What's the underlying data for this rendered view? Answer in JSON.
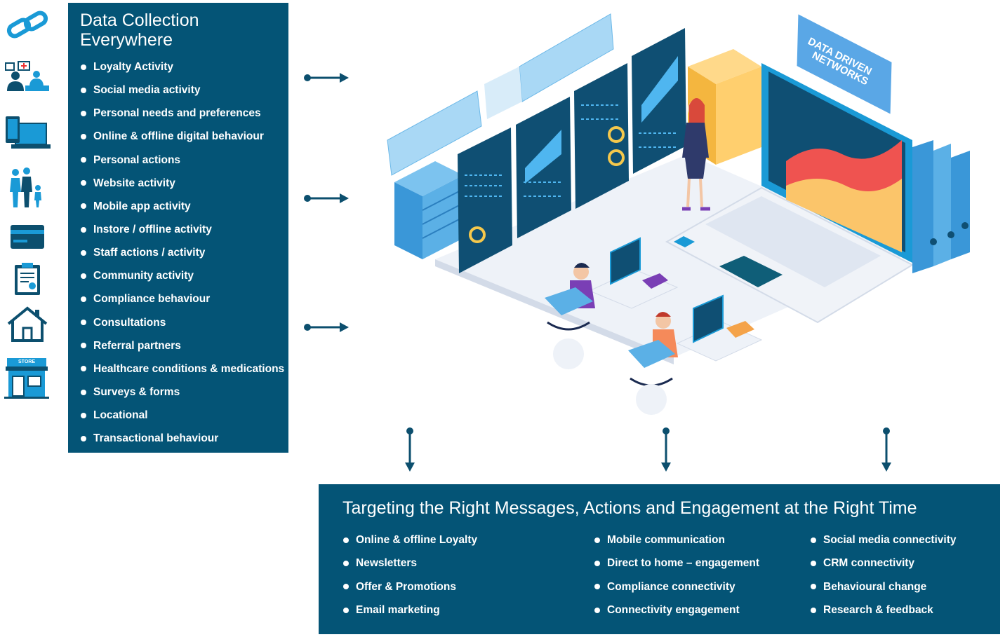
{
  "data_collection": {
    "title_line1": "Data Collection",
    "title_line2": "Everywhere",
    "items": [
      "Loyalty Activity",
      "Social media activity",
      "Personal needs and preferences",
      "Online & offline digital behaviour",
      "Personal actions",
      "Website activity",
      "Mobile app activity",
      "Instore / offline activity",
      "Staff actions / activity",
      "Community activity",
      "Compliance behaviour",
      "Consultations",
      "Referral partners",
      "Healthcare conditions & medications",
      "Surveys & forms",
      "Locational",
      "Transactional behaviour"
    ]
  },
  "side_icons": [
    "link-icon",
    "consultation-icon",
    "devices-icon",
    "family-icon",
    "credit-card-icon",
    "clipboard-icon",
    "home-icon",
    "store-icon"
  ],
  "store_sign": "STORE",
  "illustration": {
    "sign_line1": "DATA DRIVEN",
    "sign_line2": "NETWORKS"
  },
  "targeting": {
    "title": "Targeting the Right Messages, Actions and Engagement at the Right Time",
    "col1": [
      "Online & offline Loyalty",
      "Newsletters",
      "Offer & Promotions",
      "Email marketing"
    ],
    "col2": [
      "Mobile communication",
      "Direct to home – engagement",
      "Compliance connectivity",
      "Connectivity engagement"
    ],
    "col3": [
      "Social media connectivity",
      "CRM connectivity",
      "Behavioural change",
      "Research & feedback"
    ]
  },
  "colors": {
    "panel": "#045476",
    "accent_blue": "#1a9ad6",
    "arrow": "#0c4f6e"
  }
}
